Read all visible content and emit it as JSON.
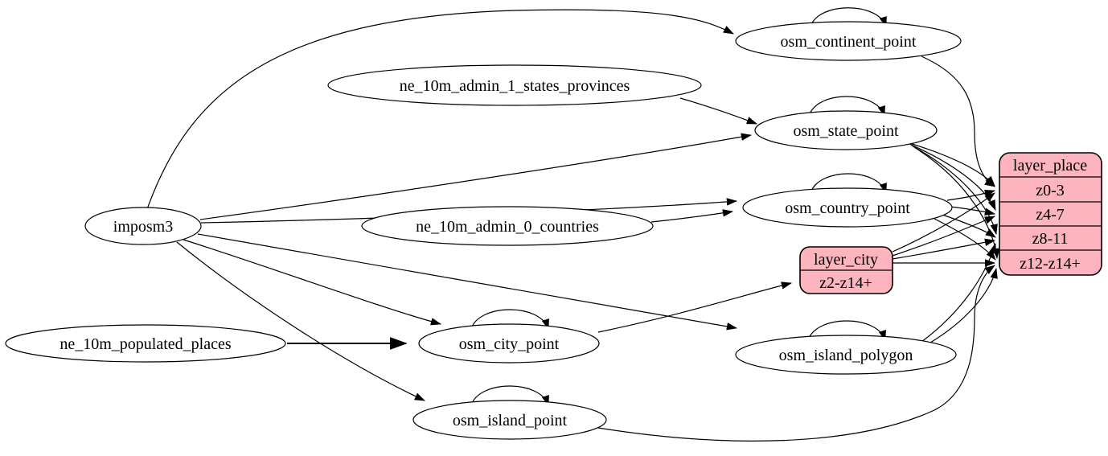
{
  "diagram": {
    "type": "graphviz-etl-dataflow",
    "colors": {
      "background": "#ffffff",
      "table_fill": "#ffffff",
      "layer_fill": "#fcb4bf",
      "stroke": "#000000"
    },
    "nodes": {
      "imposm3": {
        "label": "imposm3"
      },
      "ne_10m_populated_places": {
        "label": "ne_10m_populated_places"
      },
      "ne_10m_admin_1_states_provinces": {
        "label": "ne_10m_admin_1_states_provinces"
      },
      "ne_10m_admin_0_countries": {
        "label": "ne_10m_admin_0_countries"
      },
      "osm_continent_point": {
        "label": "osm_continent_point"
      },
      "osm_state_point": {
        "label": "osm_state_point"
      },
      "osm_country_point": {
        "label": "osm_country_point"
      },
      "osm_city_point": {
        "label": "osm_city_point"
      },
      "osm_island_polygon": {
        "label": "osm_island_polygon"
      },
      "osm_island_point": {
        "label": "osm_island_point"
      }
    },
    "records": {
      "layer_place": {
        "title": "layer_place",
        "rows": [
          "z0-3",
          "z4-7",
          "z8-11",
          "z12-z14+"
        ]
      },
      "layer_city": {
        "title": "layer_city",
        "rows": [
          "z2-z14+"
        ]
      }
    },
    "edges": [
      {
        "from": "imposm3",
        "to": "osm_continent_point"
      },
      {
        "from": "imposm3",
        "to": "osm_state_point"
      },
      {
        "from": "imposm3",
        "to": "osm_country_point"
      },
      {
        "from": "imposm3",
        "to": "osm_city_point"
      },
      {
        "from": "imposm3",
        "to": "osm_island_polygon"
      },
      {
        "from": "imposm3",
        "to": "osm_island_point"
      },
      {
        "from": "ne_10m_admin_1_states_provinces",
        "to": "osm_state_point"
      },
      {
        "from": "ne_10m_admin_0_countries",
        "to": "osm_country_point"
      },
      {
        "from": "ne_10m_populated_places",
        "to": "osm_city_point"
      },
      {
        "from": "osm_continent_point",
        "to": "osm_continent_point",
        "self_loop": true
      },
      {
        "from": "osm_state_point",
        "to": "osm_state_point",
        "self_loop": true
      },
      {
        "from": "osm_country_point",
        "to": "osm_country_point",
        "self_loop": true
      },
      {
        "from": "osm_city_point",
        "to": "osm_city_point",
        "self_loop": true
      },
      {
        "from": "osm_island_polygon",
        "to": "osm_island_polygon",
        "self_loop": true
      },
      {
        "from": "osm_island_point",
        "to": "osm_island_point",
        "self_loop": true
      },
      {
        "from": "osm_city_point",
        "to": "layer_city",
        "to_row": "z2-z14+"
      },
      {
        "from": "osm_continent_point",
        "to": "layer_place",
        "to_row": "z0-3"
      },
      {
        "from": "osm_state_point",
        "to": "layer_place",
        "to_row": "z0-3"
      },
      {
        "from": "osm_state_point",
        "to": "layer_place",
        "to_row": "z4-7"
      },
      {
        "from": "osm_state_point",
        "to": "layer_place",
        "to_row": "z8-11"
      },
      {
        "from": "osm_state_point",
        "to": "layer_place",
        "to_row": "z12-z14+"
      },
      {
        "from": "osm_country_point",
        "to": "layer_place",
        "to_row": "z0-3"
      },
      {
        "from": "osm_country_point",
        "to": "layer_place",
        "to_row": "z4-7"
      },
      {
        "from": "osm_country_point",
        "to": "layer_place",
        "to_row": "z8-11"
      },
      {
        "from": "osm_country_point",
        "to": "layer_place",
        "to_row": "z12-z14+"
      },
      {
        "from": "layer_city",
        "to": "layer_place",
        "to_row": "z0-3"
      },
      {
        "from": "layer_city",
        "to": "layer_place",
        "to_row": "z4-7"
      },
      {
        "from": "layer_city",
        "to": "layer_place",
        "to_row": "z8-11"
      },
      {
        "from": "layer_city",
        "to": "layer_place",
        "to_row": "z12-z14+"
      },
      {
        "from": "osm_island_polygon",
        "to": "layer_place",
        "to_row": "z8-11"
      },
      {
        "from": "osm_island_polygon",
        "to": "layer_place",
        "to_row": "z12-z14+"
      },
      {
        "from": "osm_island_point",
        "to": "layer_place",
        "to_row": "z12-z14+"
      }
    ]
  }
}
